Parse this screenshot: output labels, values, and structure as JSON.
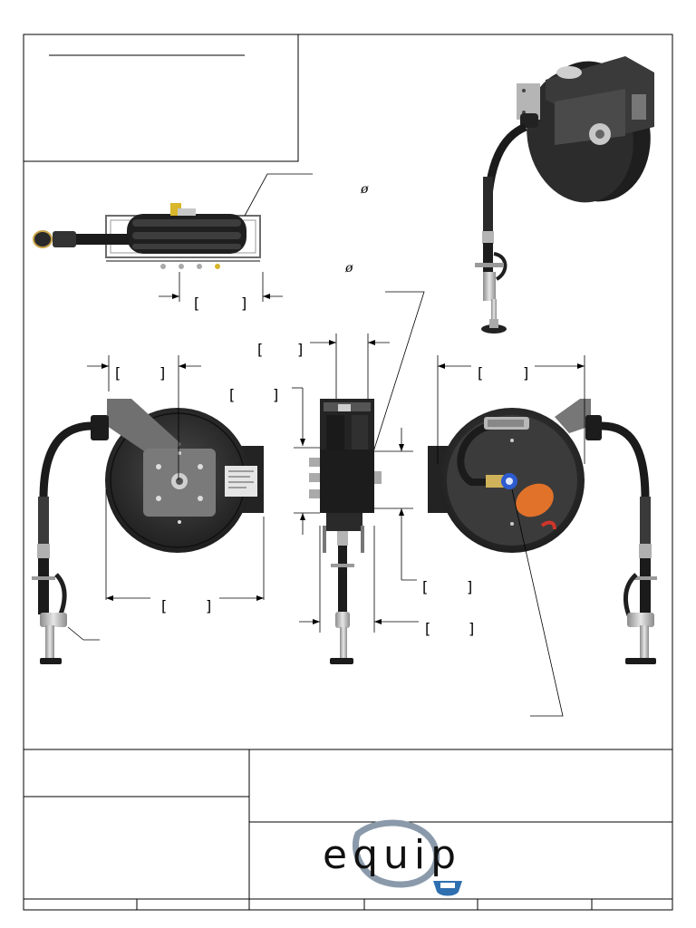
{
  "title_block": {
    "brand_logo_text": "equip",
    "colors": {
      "logo_accent": "#8a9aab",
      "logo_badge": "#2f6fb0",
      "reel_body": "#2e2e2e",
      "reel_face": "#3a3a3a",
      "hose": "#1e1e1e",
      "chrome": "#b8b8b8",
      "warning_label": "#e0722a",
      "nozzle_blue": "#2d5bd0"
    }
  },
  "dimension_marks": {
    "bracket_open": "[",
    "bracket_close": "]",
    "diameter_symbol": "ø"
  },
  "views": {
    "top": "top-view",
    "iso": "isometric-view",
    "front": "front-view",
    "side": "side-view",
    "rear": "rear-view"
  }
}
